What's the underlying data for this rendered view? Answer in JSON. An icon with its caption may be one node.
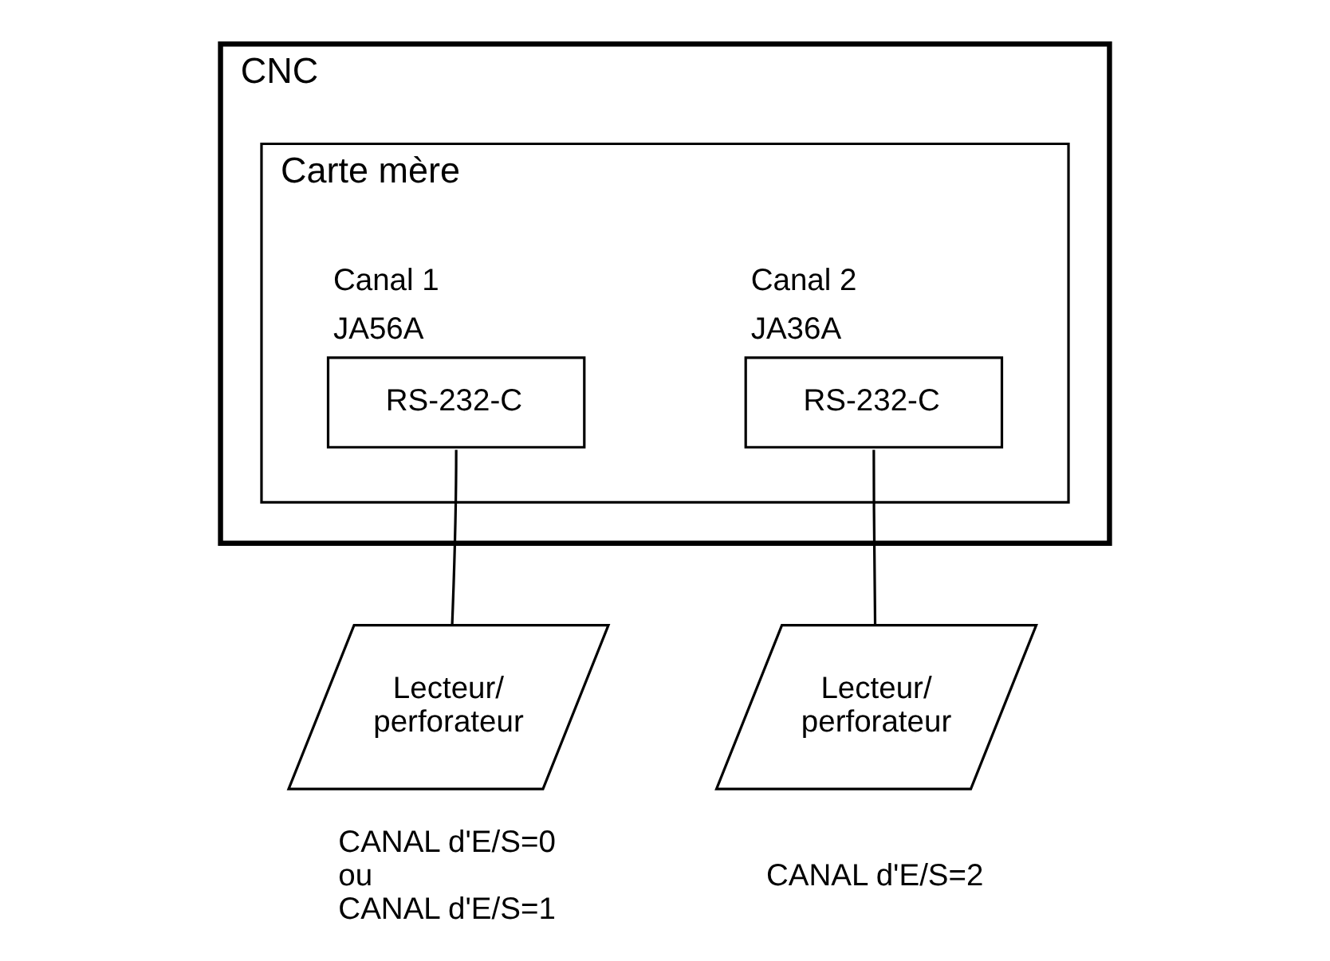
{
  "diagram": {
    "nodes": [
      {
        "text": [
          "CNC"
        ]
      },
      {
        "text": [
          "Carte mère"
        ],
        "in": 0
      },
      {
        "text": [
          "Canal 1",
          "JA56A",
          "RS-232-C"
        ],
        "in": 1
      },
      {
        "text": [
          "Canal 2",
          "JA36A",
          "RS-232-C"
        ],
        "in": 1
      },
      {
        "text": [
          "Lecteur/ perforateur"
        ],
        "beside": [
          "CANAL d'E/S=0",
          "ou",
          "CANAL d'E/S=1"
        ]
      },
      {
        "text": [
          "Lecteur/ perforateur"
        ],
        "beside": [
          "CANAL d'E/S=2"
        ]
      }
    ],
    "edges": [
      {
        "from": 2,
        "to": 4,
        "arrow": "none"
      },
      {
        "from": 3,
        "to": 5,
        "arrow": "none"
      }
    ]
  }
}
